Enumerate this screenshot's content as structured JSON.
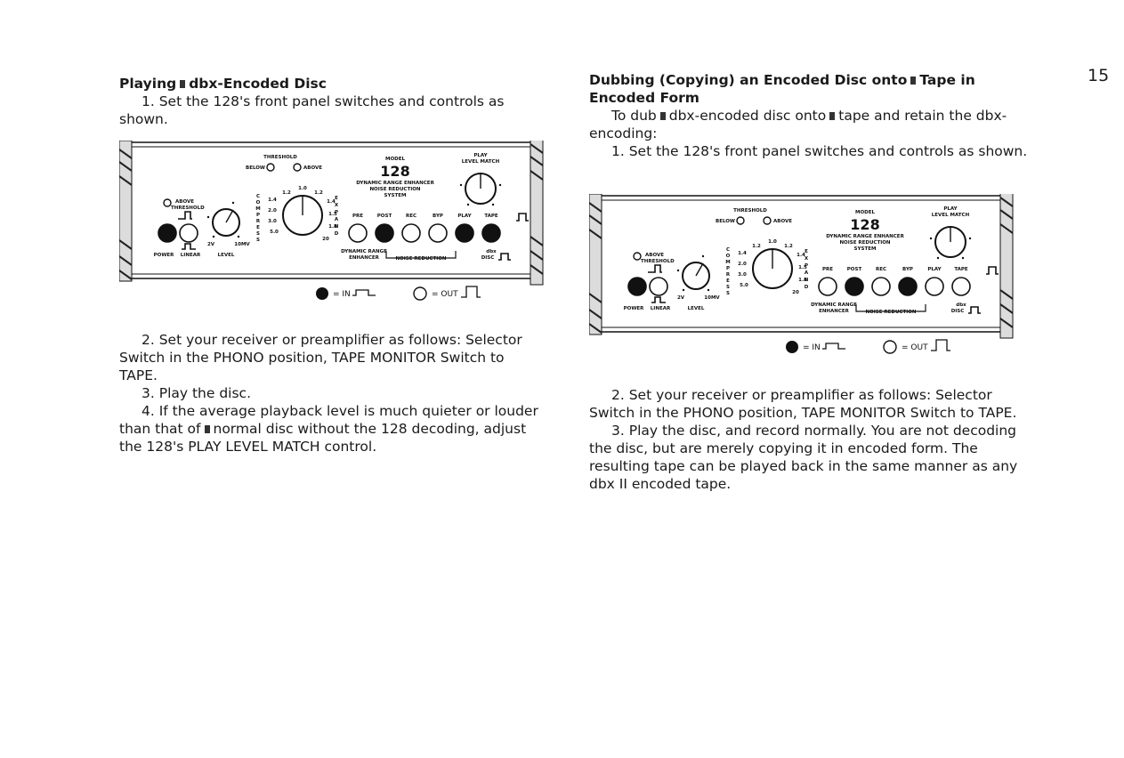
{
  "page_number": "15",
  "left": {
    "title_pre": "Playing",
    "title_post": "dbx-Encoded Disc",
    "step1": "1. Set the 128's front panel switches and controls as shown.",
    "step2": "2. Set your receiver or preamplifier as follows: Selector Switch in the PHONO position, TAPE MONITOR Switch to TAPE.",
    "step3": "3. Play the disc.",
    "step4_pre": "4. If the average playback level is much quieter or louder than that of",
    "step4_post": "normal disc without the 128 decoding, adjust the 128's PLAY LEVEL MATCH control."
  },
  "right": {
    "title_line1_pre": "Dubbing (Copying) an Encoded Disc onto",
    "title_line1_post": "Tape in",
    "title_line2": "Encoded Form",
    "intro_pre": "To dub",
    "intro_mid": "dbx-encoded disc onto",
    "intro_post": "tape and retain the dbx-encoding:",
    "step1": "1. Set the 128's front panel switches and controls as shown.",
    "step2": "2. Set your receiver or preamplifier as follows: Selector Switch in the PHONO position, TAPE MONITOR Switch to TAPE.",
    "step3": "3. Play the disc, and record normally. You are not decoding the disc, but are merely copying it in encoded form. The resulting tape can be played back in the same manner as any dbx II encoded tape."
  },
  "panel": {
    "threshold": "THRESHOLD",
    "below": "BELOW",
    "above": "ABOVE",
    "model": "MODEL",
    "model_number": "128",
    "name_line1": "DYNAMIC RANGE ENHANCER",
    "name_line2": "NOISE REDUCTION",
    "name_line3": "SYSTEM",
    "play_label": "PLAY",
    "level_match": "LEVEL MATCH",
    "above_threshold_line1": "ABOVE",
    "above_threshold_line2": "THRESHOLD",
    "compress_letters": [
      "C",
      "O",
      "M",
      "P",
      "R",
      "E",
      "S",
      "S"
    ],
    "expand_letters": [
      "E",
      "X",
      "P",
      "A",
      "N",
      "D"
    ],
    "dial_ticks_left": [
      "1.2",
      "1.4",
      "2.0",
      "3.0",
      "5.0"
    ],
    "dial_ticks_right": [
      "1.2",
      "1.4",
      "1.5",
      "1.8",
      "20"
    ],
    "dial_tick_top": "1.0",
    "level_low": "2V",
    "level_high": "10MV",
    "power": "POWER",
    "linear": "LINEAR",
    "level": "LEVEL",
    "btn_pre": "PRE",
    "btn_post": "POST",
    "btn_rec": "REC",
    "btn_byp": "BYP",
    "btn_play": "PLAY",
    "btn_tape": "TAPE",
    "dre_line1": "DYNAMIC RANGE",
    "dre_line2": "ENHANCER",
    "noise_reduction": "NOISE REDUCTION",
    "dbx_label": "dbx",
    "disc_label": "DISC",
    "legend_in": "= IN",
    "legend_out": "= OUT"
  },
  "panel_left_states": [
    false,
    true,
    false,
    false,
    true,
    true
  ],
  "panel_right_states": [
    false,
    true,
    false,
    true,
    false,
    false
  ]
}
